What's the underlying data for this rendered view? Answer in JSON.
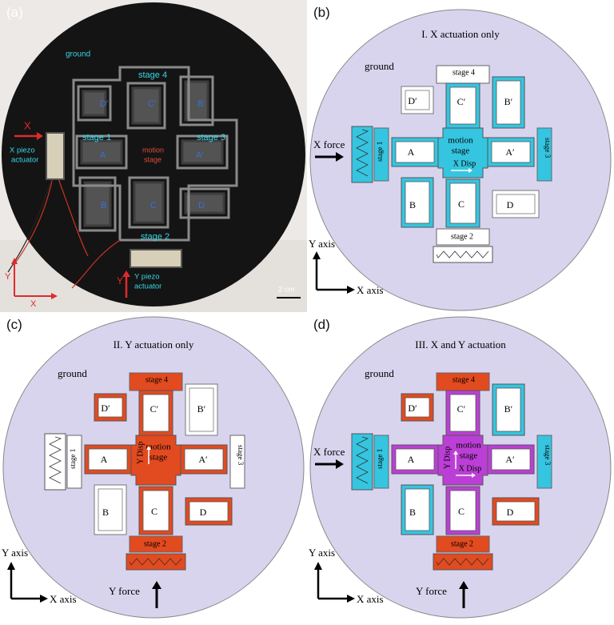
{
  "panels": {
    "a": {
      "label": "(a)",
      "ground": "ground",
      "stage1": "stage 1",
      "stage2": "stage 2",
      "stage3": "stage 3",
      "stage4": "stage 4",
      "motion1": "motion",
      "motion2": "stage",
      "flex": {
        "A": "A",
        "A2": "A′",
        "B": "B",
        "B2": "B′",
        "C": "C",
        "C2": "C′",
        "D": "D",
        "D2": "D′"
      },
      "xpiezo1": "X piezo",
      "xpiezo2": "actuator",
      "ypiezo1": "Y piezo",
      "ypiezo2": "actuator",
      "x_mark": "X",
      "y_mark": "Y",
      "scale": "2 cm"
    },
    "b": {
      "label": "(b)",
      "title": "I. X actuation only",
      "ground": "ground",
      "stage1": "stage 1",
      "stage2": "stage 2",
      "stage3": "stage 3",
      "stage4": "stage 4",
      "motion1": "motion",
      "motion2": "stage",
      "disp": "X Disp",
      "force": "X force",
      "yaxis": "Y axis",
      "xaxis": "X axis"
    },
    "c": {
      "label": "(c)",
      "title": "II. Y actuation only",
      "ground": "ground",
      "stage1": "stage 1",
      "stage2": "stage 2",
      "stage3": "stage 3",
      "stage4": "stage 4",
      "motion1": "motion",
      "motion2": "stage",
      "disp": "Y Disp",
      "force": "Y force",
      "yaxis": "Y axis",
      "xaxis": "X axis"
    },
    "d": {
      "label": "(d)",
      "title": "III. X and Y actuation",
      "ground": "ground",
      "stage1": "stage 1",
      "stage2": "stage 2",
      "stage3": "stage 3",
      "stage4": "stage 4",
      "motion1": "motion",
      "motion2": "stage",
      "disp_x": "X Disp",
      "disp_y": "Y Disp",
      "xforce": "X force",
      "yforce": "Y force",
      "yaxis": "Y axis",
      "xaxis": "X axis"
    }
  },
  "flex_labels": {
    "A": "A",
    "A2": "A′",
    "B": "B",
    "B2": "B′",
    "C": "C",
    "C2": "C′",
    "D": "D",
    "D2": "D′"
  },
  "colors": {
    "disc": "#d9d4ee",
    "photo_disc": "#141414",
    "cyan": "#35c5e0",
    "red": "#e24a20",
    "purple": "#bb3fd6",
    "gray": "#777777",
    "annot_cyan": "#36d6e6",
    "annot_red": "#e02a2a",
    "annot_blue": "#3b6fd8"
  }
}
